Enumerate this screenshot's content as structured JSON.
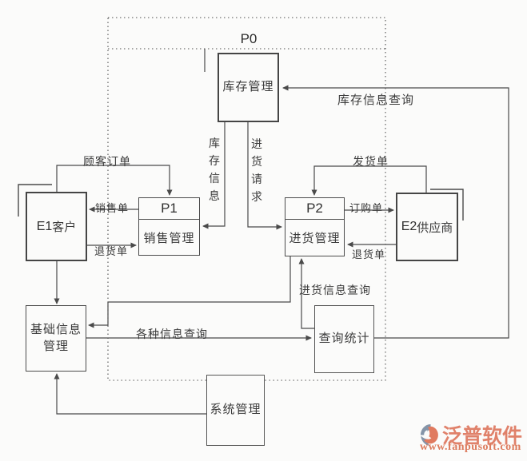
{
  "diagram": {
    "boundary_label": "P0",
    "nodes": {
      "inventory": {
        "label": "库存管理"
      },
      "p1": {
        "id": "P1",
        "label": "销售管理"
      },
      "p2": {
        "id": "P2",
        "label": "进货管理"
      },
      "e1": {
        "id": "E1",
        "label": "客户"
      },
      "e2": {
        "id": "E2",
        "label": "供应商"
      },
      "basic_info": {
        "label_line1": "基础信息",
        "label_line2": "管理"
      },
      "query_stats": {
        "label": "查询统计"
      },
      "system": {
        "label": "系统管理"
      }
    },
    "flows": {
      "customer_order": "顾客订单",
      "sales_note": "销售单",
      "return_note_left": "退货单",
      "inventory_info": "库存信息",
      "purchase_request": "进货请求",
      "delivery_note": "发货单",
      "purchase_order": "订购单",
      "return_note_right": "退货单",
      "inventory_info_query": "库存信息查询",
      "purchase_info_query": "进货信息查询",
      "various_info_query": "各种信息查询"
    },
    "line_color": "#4a4a4a"
  },
  "watermark": {
    "brand": "泛普软件",
    "url": "www.fanpusoft.com",
    "brand_color": "#e0816a",
    "url_color": "#dc7a5c",
    "logo_gray": "#8494a8",
    "logo_salmon": "#e07a5f"
  }
}
